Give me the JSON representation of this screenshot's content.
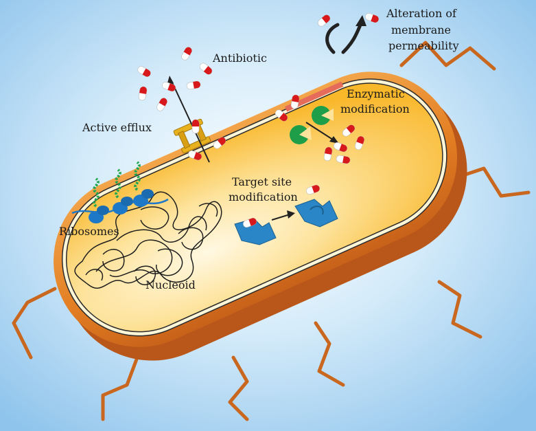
{
  "labels": {
    "antibiotic": "Antibiotic",
    "active_efflux": "Active efflux",
    "enzymatic_line1": "Enzymatic",
    "enzymatic_line2": "modification",
    "alteration_line1": "Alteration of",
    "alteration_line2": "membrane",
    "alteration_line3": "permeability",
    "target_line1": "Target site",
    "target_line2": "modification",
    "ribosomes": "Ribosomes",
    "nucleoid": "Nucleoid"
  },
  "colors": {
    "background_center": "#ffffff",
    "background_edge": "#9fcdef",
    "cell_wall": "#e8862a",
    "cytoplasm": "#fbc23a",
    "capsule_red": "#d7191c",
    "enzyme_green": "#1f9e4a",
    "ribosome_blue": "#1e78c8",
    "target_blue": "#2a86c6",
    "efflux_pump": "#e8b11e",
    "flagella": "#c9671f",
    "altered_membrane": "#e56c5a"
  },
  "icons": [
    "antibiotic-capsule-icon",
    "efflux-pump-icon",
    "enzyme-icon",
    "ribosome-icon",
    "target-site-icon"
  ]
}
